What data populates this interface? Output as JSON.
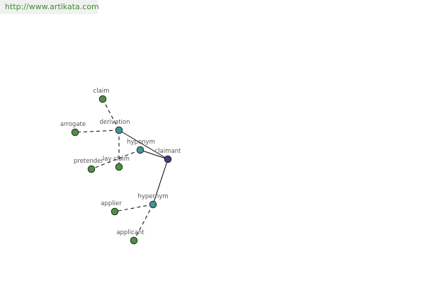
{
  "banner": {
    "url_text": "http://www.artikata.com"
  },
  "colors": {
    "leaf": "#4f8f45",
    "relation": "#3f9496",
    "root": "#3d3f88",
    "link_text": "#3b8e2c"
  },
  "graph": {
    "nodes": [
      {
        "id": "claimant",
        "label": "claimant",
        "kind": "root"
      },
      {
        "id": "derivation",
        "label": "derivation",
        "kind": "relation"
      },
      {
        "id": "hyponym",
        "label": "hyponym",
        "kind": "relation"
      },
      {
        "id": "hypernym",
        "label": "hypernym",
        "kind": "relation"
      },
      {
        "id": "claim",
        "label": "claim",
        "kind": "leaf"
      },
      {
        "id": "arrogate",
        "label": "arrogate",
        "kind": "leaf"
      },
      {
        "id": "lay_claim",
        "label": "lay claim",
        "kind": "leaf"
      },
      {
        "id": "pretender",
        "label": "pretender",
        "kind": "leaf"
      },
      {
        "id": "applier",
        "label": "applier",
        "kind": "leaf"
      },
      {
        "id": "applicant",
        "label": "applicant",
        "kind": "leaf"
      }
    ],
    "edges": [
      {
        "from": "claimant",
        "to": "derivation",
        "style": "solid"
      },
      {
        "from": "claimant",
        "to": "hyponym",
        "style": "solid"
      },
      {
        "from": "claimant",
        "to": "hypernym",
        "style": "solid"
      },
      {
        "from": "derivation",
        "to": "claim",
        "style": "dashed"
      },
      {
        "from": "derivation",
        "to": "arrogate",
        "style": "dashed"
      },
      {
        "from": "derivation",
        "to": "lay_claim",
        "style": "dashed"
      },
      {
        "from": "hyponym",
        "to": "pretender",
        "style": "dashed"
      },
      {
        "from": "hypernym",
        "to": "applier",
        "style": "dashed"
      },
      {
        "from": "hypernym",
        "to": "applicant",
        "style": "dashed"
      }
    ]
  }
}
